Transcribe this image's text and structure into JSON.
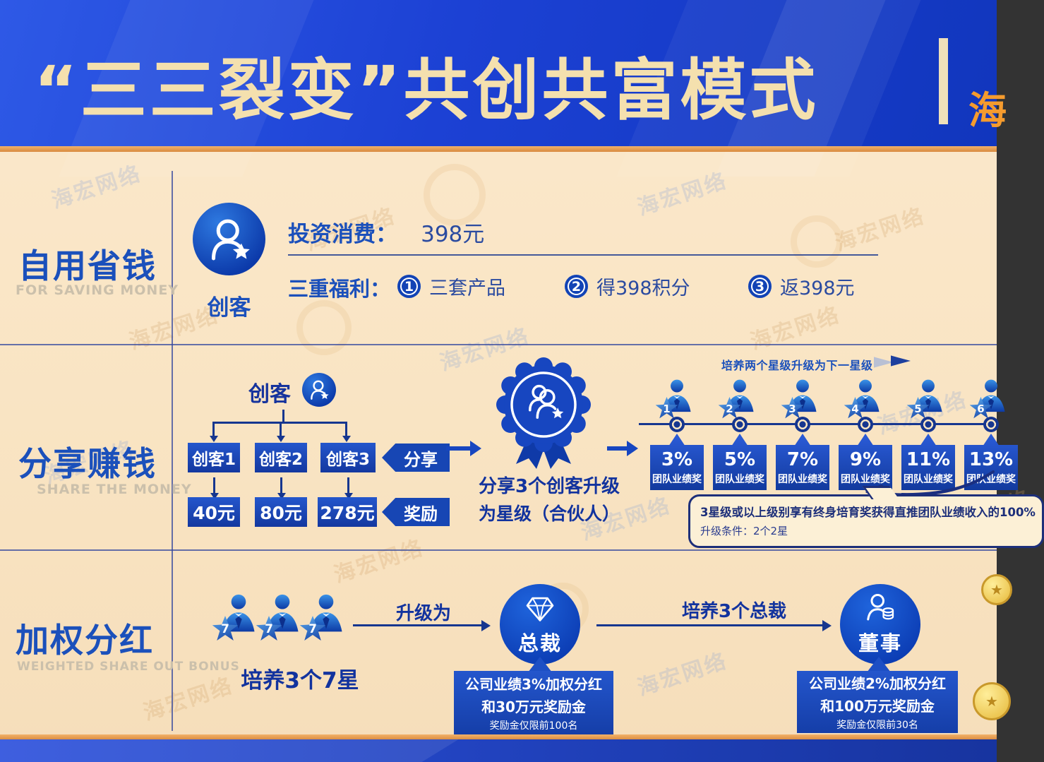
{
  "header": {
    "title": "“三三裂变”共创共富模式",
    "logo_char": "海"
  },
  "sections": {
    "saving": {
      "title": "自用省钱",
      "subtitle": "FOR SAVING MONEY",
      "role": "创客",
      "invest_label": "投资消费：",
      "invest_value": "398元",
      "benefits_label": "三重福利：",
      "benefits": [
        {
          "num": "1",
          "text": "三套产品"
        },
        {
          "num": "2",
          "text": "得398积分"
        },
        {
          "num": "3",
          "text": "返398元"
        }
      ]
    },
    "share": {
      "title": "分享赚钱",
      "subtitle": "SHARE THE MONEY",
      "tree": {
        "root": "创客",
        "children": [
          "创客1",
          "创客2",
          "创客3"
        ],
        "share_tag": "分享",
        "rewards": [
          "40元",
          "80元",
          "278元"
        ],
        "reward_tag": "奖励"
      },
      "badge_caption_line1": "分享3个创客升级",
      "badge_caption_line2": "为星级（合伙人）",
      "track_hint": "培养两个星级升级为下一星级",
      "star_levels": [
        {
          "star": "1",
          "percent": "3%",
          "label": "团队业绩奖"
        },
        {
          "star": "2",
          "percent": "5%",
          "label": "团队业绩奖"
        },
        {
          "star": "3",
          "percent": "7%",
          "label": "团队业绩奖"
        },
        {
          "star": "4",
          "percent": "9%",
          "label": "团队业绩奖"
        },
        {
          "star": "5",
          "percent": "11%",
          "label": "团队业绩奖"
        },
        {
          "star": "6",
          "percent": "13%",
          "label": "团队业绩奖"
        }
      ],
      "note_line1": "3星级或以上级别享有终身培育奖获得直推团队业绩收入的100%",
      "note_line2": "升级条件：2个2星"
    },
    "bonus": {
      "title": "加权分红",
      "subtitle": "WEIGHTED SHARE OUT BONUS",
      "star7": "7",
      "cultivate_caption": "培养3个7星",
      "arrow1_label": "升级为",
      "president": "总裁",
      "president_box": [
        "公司业绩3%加权分红",
        "和30万元奖励金",
        "奖励金仅限前100名"
      ],
      "arrow2_label": "培养3个总裁",
      "director": "董事",
      "director_box": [
        "公司业绩2%加权分红",
        "和100万元奖励金",
        "奖励金仅限前30名"
      ]
    }
  },
  "decor": {
    "watermark": "海宏网络",
    "coin_symbol": "★"
  },
  "colors": {
    "header_blue": "#1c41d4",
    "body_cream": "#f9e4c3",
    "box_blue": "#1746b4",
    "title_blue": "#1b50bb",
    "stripe_orange": "#d88a3e",
    "coin_gold": "#e6b93a"
  }
}
